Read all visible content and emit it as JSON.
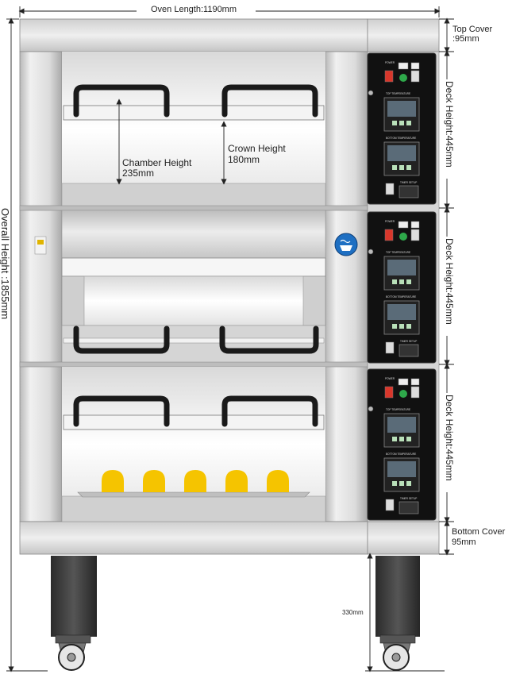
{
  "dimensions": {
    "oven_length": "Oven Length:1190mm",
    "overall_height": "Overall Height :1855mm",
    "top_cover_line1": "Top Cover",
    "top_cover_line2": ":95mm",
    "bottom_cover_line1": "Bottom Cover",
    "bottom_cover_line2": "95mm",
    "deck_height": "Deck Height:445mm",
    "chamber_height_line1": "Chamber Height",
    "chamber_height_line2": "235mm",
    "crown_height_line1": "Crown Height",
    "crown_height_line2": "180mm",
    "leg_height": "330mm"
  },
  "control_panel": {
    "power_label": "POWER",
    "top_temp_label": "TOP TEMPERATURE",
    "bottom_temp_label": "BOTTOM TEMPERATURE",
    "timer_label": "TIMER SETUP"
  },
  "colors": {
    "steel_light": "#e8e8e8",
    "steel_mid": "#c9c9c9",
    "steel_dark": "#9a9a9a",
    "handle": "#1a1a1a",
    "panel": "#111111",
    "display": "#5a6b78",
    "bread": "#f5c400",
    "leg": "#3c3c3c",
    "button_green": "#2ea84a",
    "switch_red": "#d9372b",
    "badge_blue": "#1e6fc2"
  }
}
